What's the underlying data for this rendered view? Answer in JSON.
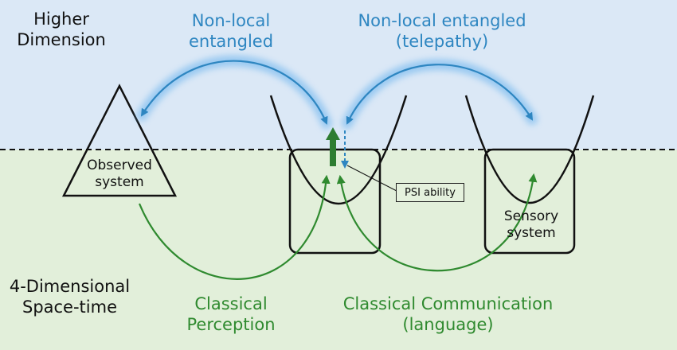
{
  "regions": {
    "upper_label_line1": "Higher",
    "upper_label_line2": "Dimension",
    "lower_label_line1": "4-Dimensional",
    "lower_label_line2": "Space-time"
  },
  "labels": {
    "nonlocal_left_line1": "Non-local",
    "nonlocal_left_line2": "entangled",
    "nonlocal_right_line1": "Non-local entangled",
    "nonlocal_right_line2": "(telepathy)",
    "classical_perception_line1": "Classical",
    "classical_perception_line2": "Perception",
    "classical_comm_line1": "Classical Communication",
    "classical_comm_line2": "(language)",
    "observed_line1": "Observed",
    "observed_line2": "system",
    "sensory_line1": "Sensory",
    "sensory_line2": "system",
    "psi": "PSI ability"
  },
  "colors": {
    "upper_region": "#dbe8f6",
    "lower_region": "#e2efda",
    "entangled_arrows": "#2e86c1",
    "classical_arrows": "#2f8a2f",
    "psi_arrow": "#2e7d32"
  }
}
